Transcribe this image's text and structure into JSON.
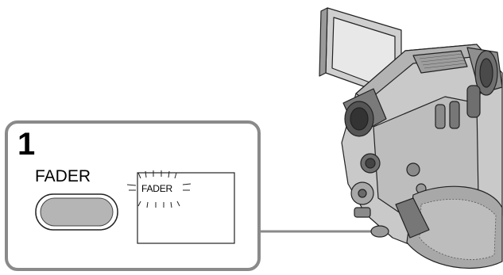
{
  "step": {
    "number": "1"
  },
  "button": {
    "label": "FADER"
  },
  "display": {
    "text": "FADER"
  },
  "colors": {
    "panel_border": "#8a8a8a",
    "button_fill": "#b5b5b5",
    "camera_body": "#c9c9c9",
    "camera_dark": "#6f6f6f",
    "strap": "#a8a8a8"
  }
}
